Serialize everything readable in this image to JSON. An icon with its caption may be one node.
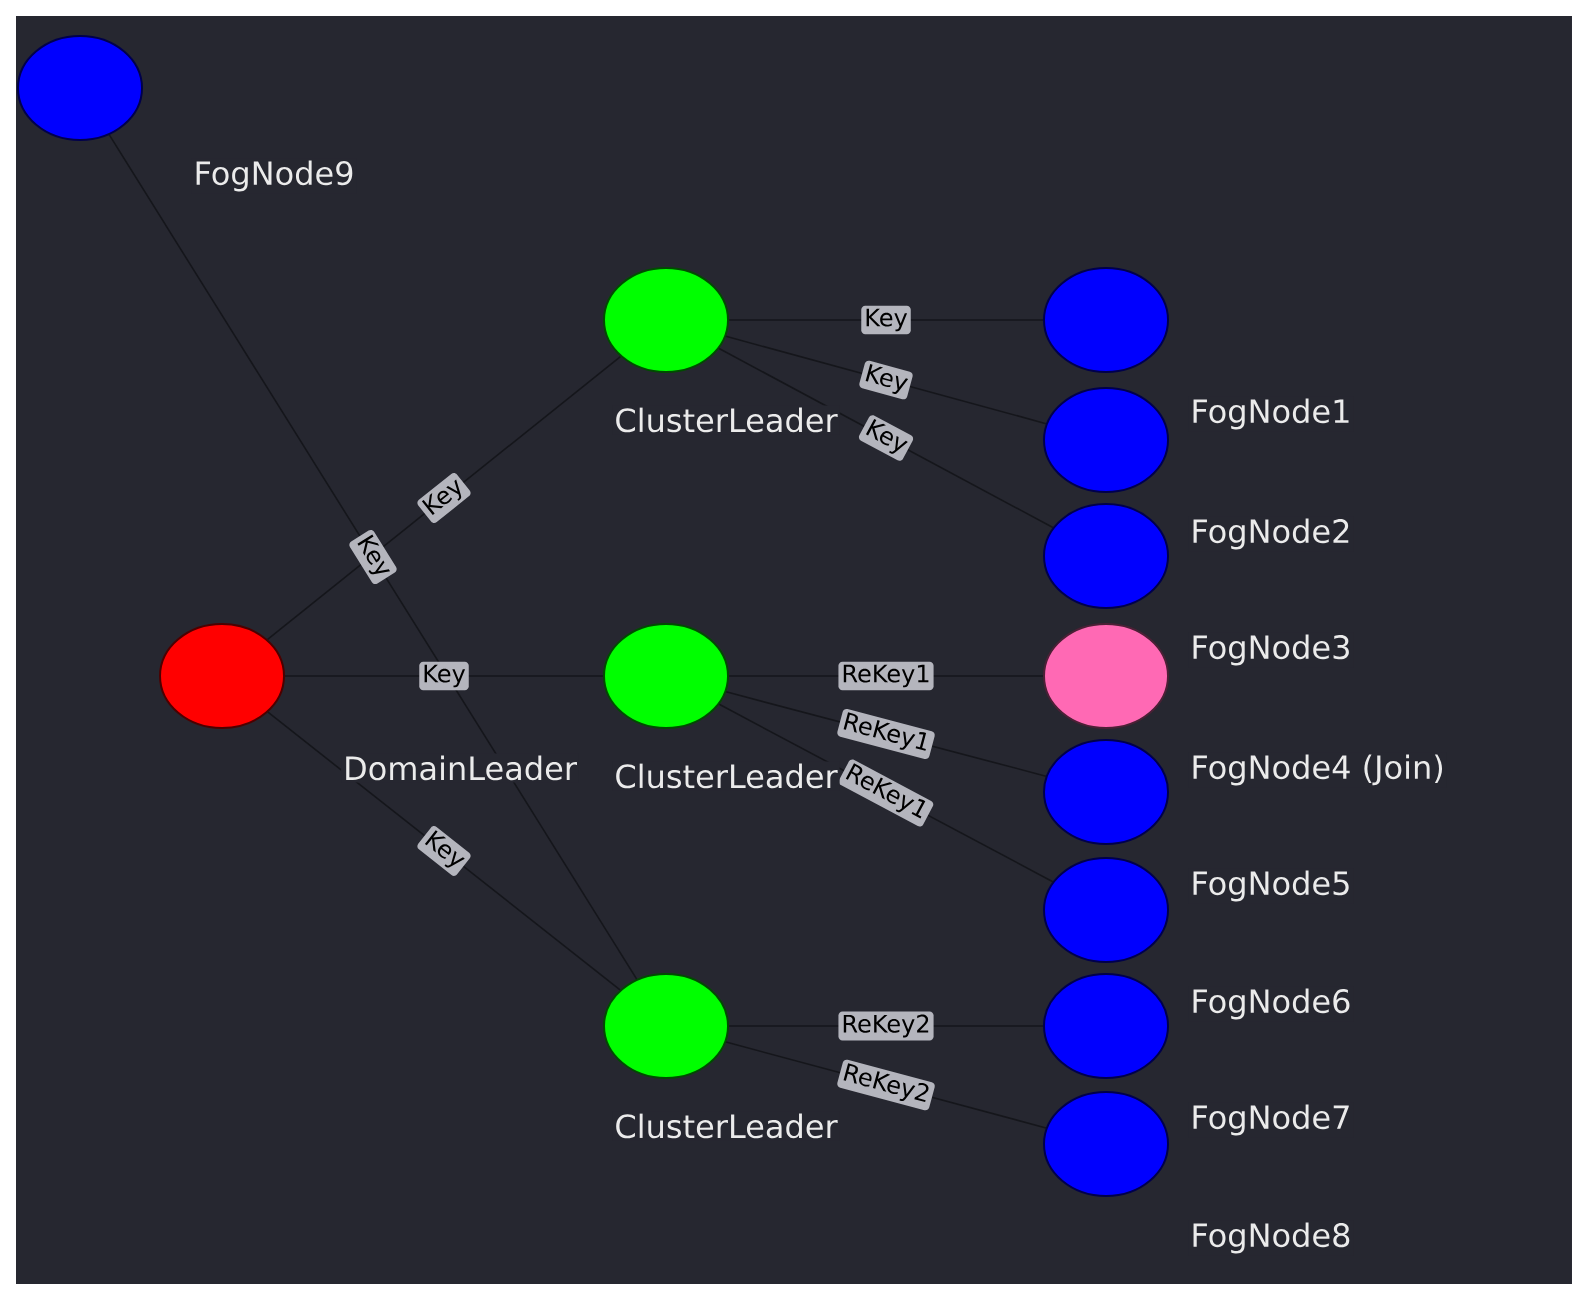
{
  "diagram": {
    "nodes": [
      {
        "text": [
          "FogNode9"
        ]
      },
      {
        "text": [
          "ClusterLeader"
        ]
      },
      {
        "text": [
          "DomainLeader"
        ]
      },
      {
        "text": [
          "ClusterLeader"
        ]
      },
      {
        "text": [
          "ClusterLeader"
        ]
      },
      {
        "text": [
          "FogNode1"
        ]
      },
      {
        "text": [
          "FogNode2"
        ]
      },
      {
        "text": [
          "FogNode3"
        ]
      },
      {
        "text": [
          "FogNode4 (Join)"
        ]
      },
      {
        "text": [
          "FogNode5"
        ]
      },
      {
        "text": [
          "FogNode6"
        ]
      },
      {
        "text": [
          "FogNode7"
        ]
      },
      {
        "text": [
          "FogNode8"
        ]
      }
    ],
    "edges": [
      {
        "from": 2,
        "to": 1,
        "arrow": "none",
        "label": "Key"
      },
      {
        "from": 2,
        "to": 3,
        "arrow": "none",
        "label": "Key"
      },
      {
        "from": 2,
        "to": 4,
        "arrow": "none",
        "label": "Key"
      },
      {
        "from": 0,
        "to": 4,
        "arrow": "none",
        "label": "Key"
      },
      {
        "from": 1,
        "to": 5,
        "arrow": "none",
        "label": "Key"
      },
      {
        "from": 1,
        "to": 6,
        "arrow": "none",
        "label": "Key"
      },
      {
        "from": 1,
        "to": 7,
        "arrow": "none",
        "label": "Key"
      },
      {
        "from": 3,
        "to": 8,
        "arrow": "none",
        "label": "ReKey1"
      },
      {
        "from": 3,
        "to": 9,
        "arrow": "none",
        "label": "ReKey1"
      },
      {
        "from": 3,
        "to": 10,
        "arrow": "none",
        "label": "ReKey1"
      },
      {
        "from": 4,
        "to": 11,
        "arrow": "none",
        "label": "ReKey2"
      },
      {
        "from": 4,
        "to": 12,
        "arrow": "none",
        "label": "ReKey2"
      }
    ]
  }
}
